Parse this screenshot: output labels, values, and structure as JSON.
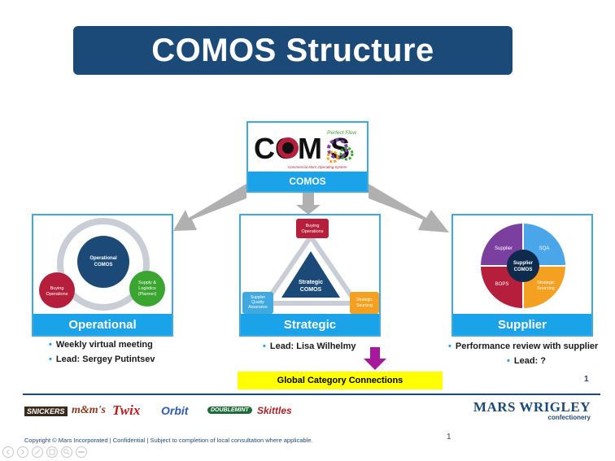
{
  "title": "COMOS Structure",
  "top_box": {
    "logo_word": "COM  S",
    "logo_tag": "Perfect Flow",
    "logo_sub": "Commercial Mars Operating System",
    "caption": "COMOS"
  },
  "operational": {
    "center": "Operational COMOS",
    "left_node": "Buying Operations",
    "right_node": "Supply & Logistics (Planner)",
    "caption": "Operational",
    "bullets": [
      "Weekly virtual meeting",
      "Lead: Sergey Putintsev"
    ]
  },
  "strategic": {
    "top_node": "Buying Operations",
    "center": "Strategic COMOS",
    "left_node": "Supplier Quality Assurance",
    "right_node": "Strategic Sourcing",
    "caption": "Strategic",
    "bullets": [
      "Lead: Lisa Wilhelmy"
    ]
  },
  "supplier": {
    "segments": [
      "Supplier",
      "SQA",
      "BOPS",
      "Strategic Sourcing"
    ],
    "center": "Supplier COMOS",
    "caption": "Supplier",
    "bullets": [
      "Performance review with supplier",
      "Lead: ?"
    ]
  },
  "global_category": "Global Category Connections",
  "page_number_right": "1",
  "page_number_bottom": "1",
  "brands": [
    "SNICKERS",
    "m&m's",
    "Twix",
    "Orbit",
    "DOUBLEMINT",
    "Skittles"
  ],
  "mars_logo": {
    "name": "MARS WRIGLEY",
    "sub": "confectionery"
  },
  "copyright": "Copyright © Mars Incorporated | Confidential | Subject to completion of local consultation where applicable.",
  "colors": {
    "navy": "#1c4a78",
    "blue": "#1aa3e8",
    "red": "#b51f3c",
    "green": "#3aa62f",
    "purple": "#7b3fa0",
    "orange": "#f4a020",
    "arrow_gray": "#b0b0b0",
    "highlight_yellow": "#ffff00",
    "down_arrow": "#a6199c"
  }
}
